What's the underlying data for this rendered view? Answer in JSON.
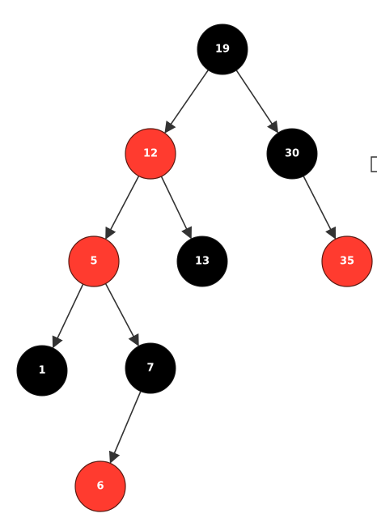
{
  "diagram": {
    "type": "red-black-tree",
    "colors": {
      "black": "#000000",
      "red": "#ff3b2f",
      "edge": "#333333",
      "label": "#ffffff"
    },
    "nodes": [
      {
        "id": "n19",
        "label": "19",
        "color": "black"
      },
      {
        "id": "n12",
        "label": "12",
        "color": "red"
      },
      {
        "id": "n30",
        "label": "30",
        "color": "black"
      },
      {
        "id": "n5",
        "label": "5",
        "color": "red"
      },
      {
        "id": "n13",
        "label": "13",
        "color": "black"
      },
      {
        "id": "n35",
        "label": "35",
        "color": "red"
      },
      {
        "id": "n1",
        "label": "1",
        "color": "black"
      },
      {
        "id": "n7",
        "label": "7",
        "color": "black"
      },
      {
        "id": "n6",
        "label": "6",
        "color": "red"
      }
    ],
    "edges": [
      {
        "from": "n19",
        "to": "n12"
      },
      {
        "from": "n19",
        "to": "n30"
      },
      {
        "from": "n12",
        "to": "n5"
      },
      {
        "from": "n12",
        "to": "n13"
      },
      {
        "from": "n30",
        "to": "n35"
      },
      {
        "from": "n5",
        "to": "n1"
      },
      {
        "from": "n5",
        "to": "n7"
      },
      {
        "from": "n7",
        "to": "n6"
      }
    ]
  }
}
